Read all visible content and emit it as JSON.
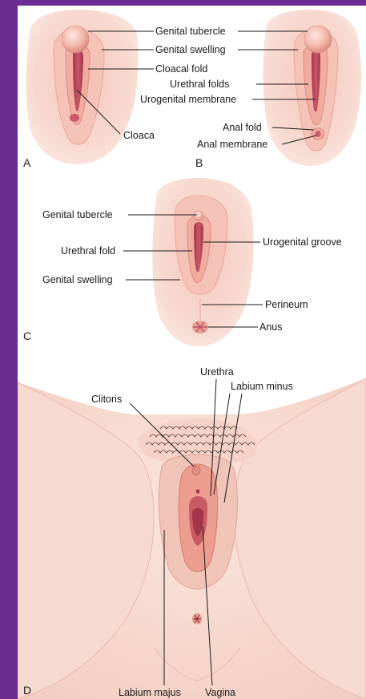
{
  "colors": {
    "frame": "#6a2c91",
    "skin_light": "#f7d7cf",
    "skin_mid": "#f0b8ad",
    "skin_dark": "#c85a63",
    "line": "#1a1a1a"
  },
  "panels": {
    "A": {
      "letter": "A",
      "genital_tubercle": "Genital tubercle",
      "genital_swelling": "Genital swelling",
      "cloacal_fold": "Cloacal fold",
      "cloaca": "Cloaca"
    },
    "B": {
      "letter": "B",
      "urethral_folds": "Urethral folds",
      "urogenital_membrane": "Urogenital membrane",
      "anal_fold": "Anal fold",
      "anal_membrane": "Anal membrane"
    },
    "C": {
      "letter": "C",
      "genital_tubercle": "Genital tubercle",
      "urethral_fold": "Urethral fold",
      "genital_swelling": "Genital swelling",
      "urogenital_groove": "Urogenital groove",
      "perineum": "Perineum",
      "anus": "Anus"
    },
    "D": {
      "letter": "D",
      "urethra": "Urethra",
      "labium_minus": "Labium minus",
      "clitoris": "Clitoris",
      "labium_majus": "Labium majus",
      "vagina": "Vagina"
    }
  }
}
